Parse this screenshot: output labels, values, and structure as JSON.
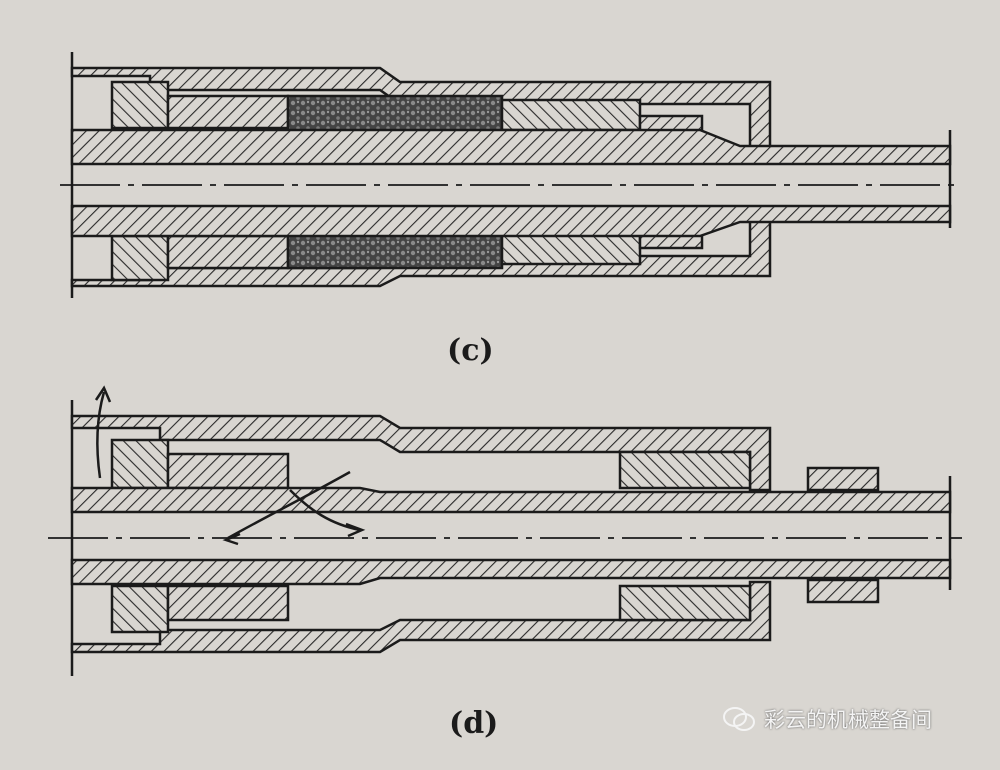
{
  "figures": [
    {
      "id": "c",
      "caption": "(c)"
    },
    {
      "id": "d",
      "caption": "(d)"
    }
  ],
  "watermark": {
    "text": "彩云的机械整备间",
    "icon": "wechat-icon"
  },
  "colors": {
    "paper": "#d9d6d1",
    "ink": "#1b1b1b",
    "hatch": "#2a2a2a",
    "packing": "#3a3a3a"
  }
}
